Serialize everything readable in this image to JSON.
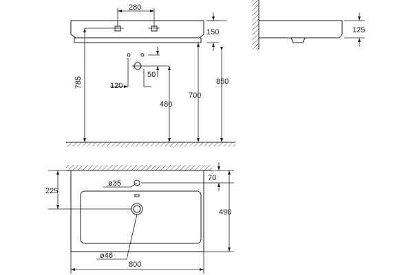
{
  "front_view": {
    "tap_hole_spacing": "280",
    "basin_height": "150",
    "height_floor_top": "850",
    "height_floor_outlet": "785",
    "height_floor_underside": "700",
    "height_floor_trap": "480",
    "trap_offset_120": "120",
    "trap_offset_50": "50"
  },
  "side_view": {
    "depth_dim": "125"
  },
  "top_view": {
    "overflow_dia": "ø35",
    "overflow_offset": "70",
    "drain_from_wall": "225",
    "basin_depth": "490",
    "drain_dia": "ø46",
    "basin_width": "800"
  }
}
